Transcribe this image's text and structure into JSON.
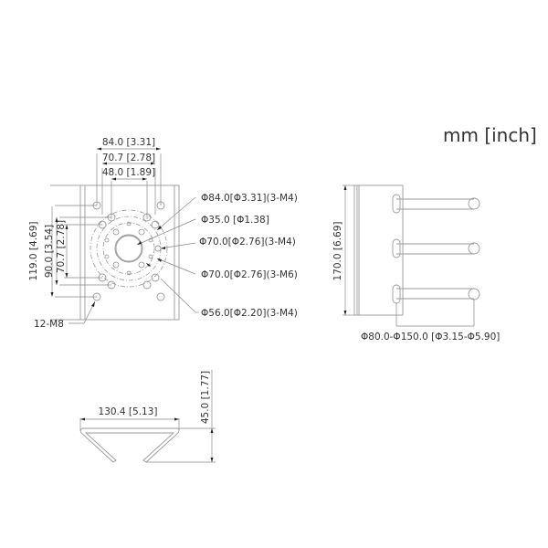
{
  "units": {
    "label": "mm [inch]"
  },
  "front_view": {
    "top_dimensions": [
      {
        "label": "84.0 [3.31]"
      },
      {
        "label": "70.7 [2.78]"
      },
      {
        "label": "48.0 [1.89]"
      }
    ],
    "left_dimensions": [
      {
        "label": "119.0 [4.69]"
      },
      {
        "label": "90.0 [3.54]"
      },
      {
        "label": "70.7 [2.78]"
      }
    ],
    "hole_callout": "12-M8",
    "right_callouts": [
      {
        "label": "Φ84.0[Φ3.31](3-M4)"
      },
      {
        "label": "Φ35.0 [Φ1.38]"
      },
      {
        "label": "Φ70.0[Φ2.76](3-M4)"
      },
      {
        "label": "Φ70.0[Φ2.76](3-M6)"
      },
      {
        "label": "Φ56.0[Φ2.20](3-M4)"
      }
    ]
  },
  "side_view": {
    "height_dimension": "170.0 [6.69]",
    "pole_range": "Φ80.0-Φ150.0 [Φ3.15-Φ5.90]"
  },
  "bottom_view": {
    "width_dimension": "130.4 [5.13]",
    "height_dimension": "45.0 [1.77]"
  }
}
